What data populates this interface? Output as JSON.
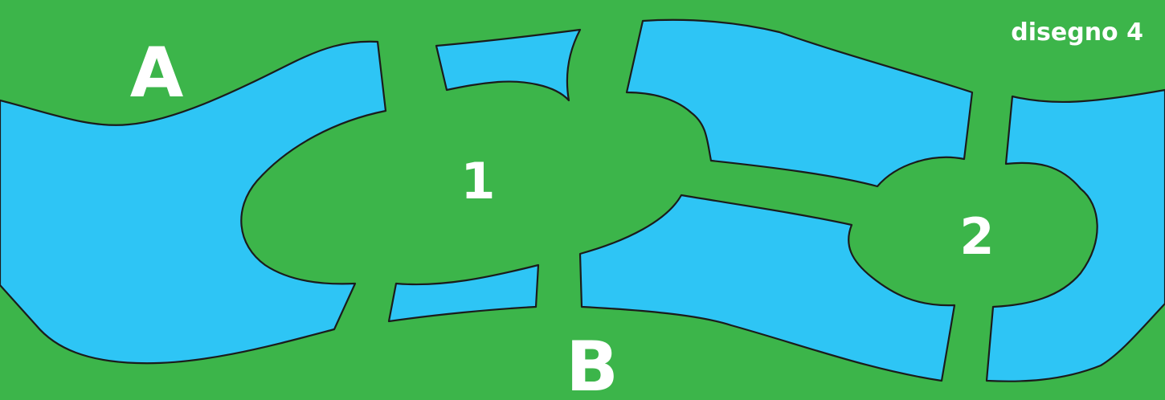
{
  "diagram": {
    "tag": "disegno 4",
    "bank_top_label": "A",
    "bank_bottom_label": "B",
    "island_1_label": "1",
    "island_2_label": "2",
    "colors": {
      "land": "#3cb54a",
      "water": "#2ec5f5",
      "outline": "#1b1b1b",
      "text": "#ffffff"
    }
  }
}
